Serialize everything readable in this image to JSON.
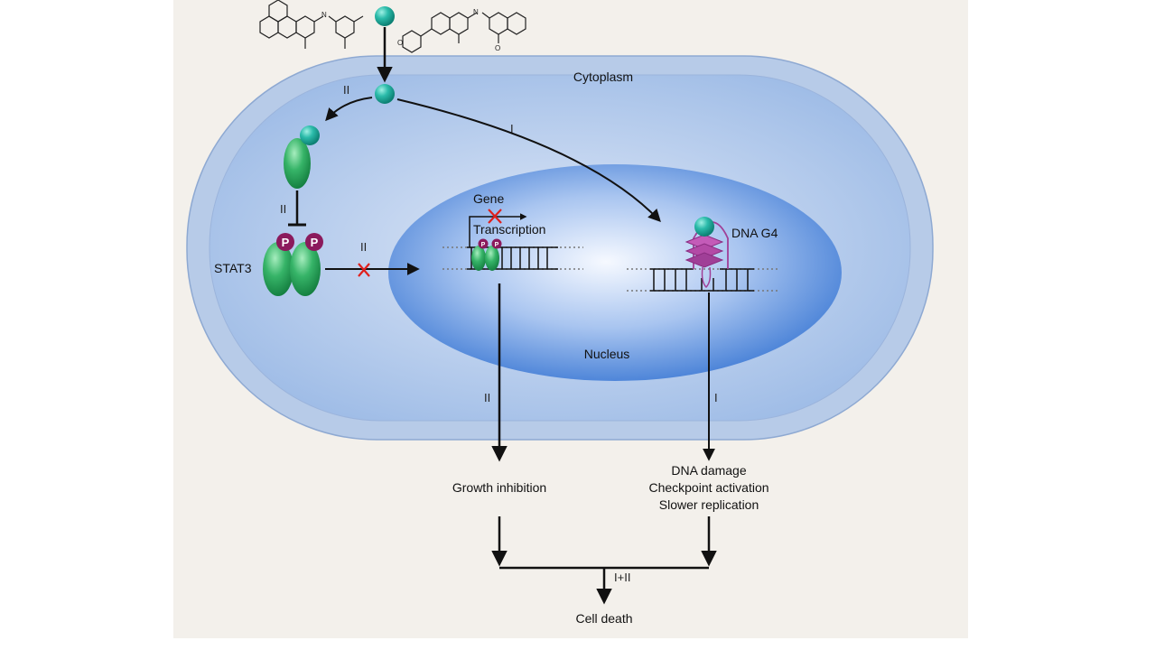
{
  "labels": {
    "cytoplasm": "Cytoplasm",
    "nucleus": "Nucleus",
    "gene": "Gene",
    "transcription": "Transcription",
    "dna_g4": "DNA G4",
    "stat3": "STAT3",
    "phospho": "P",
    "growth_inhibition": "Growth inhibition",
    "dna_damage": "DNA damage",
    "checkpoint_activation": "Checkpoint activation",
    "slower_replication": "Slower replication",
    "cell_death": "Cell death"
  },
  "pathway_labels": {
    "entry_to_stat3": "II",
    "entry_to_g4": "I",
    "stat3_inhibition": "II",
    "stat3_to_nucleus": "II",
    "nucleus_to_growth": "II",
    "g4_to_damage": "I",
    "combined": "I+II"
  },
  "colors": {
    "cell_outer": "#b3c8e6",
    "cell_inner": "#9dbbe6",
    "nucleus_center": "#f4f8ff",
    "nucleus_edge": "#4f86d9",
    "ligand": "#1fae9f",
    "stat3": "#2aa55e",
    "phospho": "#8b1a5c",
    "g4": "#b34aa6",
    "block_cross": "#e0201c",
    "arrow": "#111111"
  },
  "icons": {
    "ligand": "teal-sphere",
    "stat3": "green-ellipse-dimer",
    "g4": "g-quadruplex-stack",
    "block": "red-x-icon",
    "molecule": "chemical-structure"
  }
}
